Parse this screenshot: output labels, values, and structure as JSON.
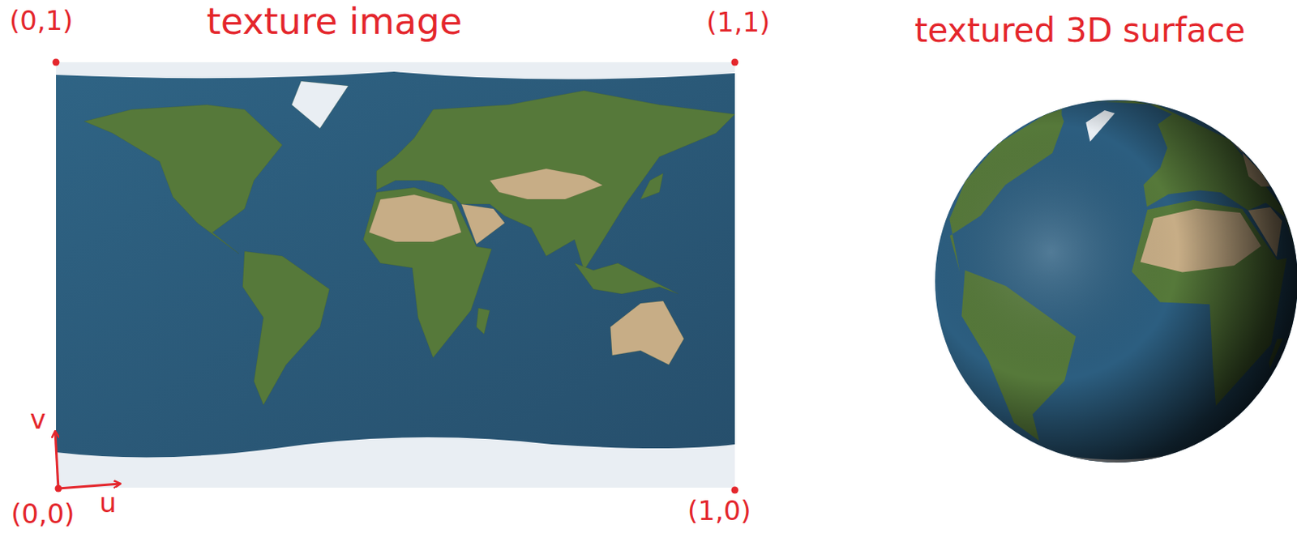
{
  "diagram": {
    "labels": [
      "(0,1)",
      "texture image",
      "(1,1)",
      "textured 3D surface",
      "v",
      "u",
      "(0,0)",
      "(1,0)"
    ]
  }
}
